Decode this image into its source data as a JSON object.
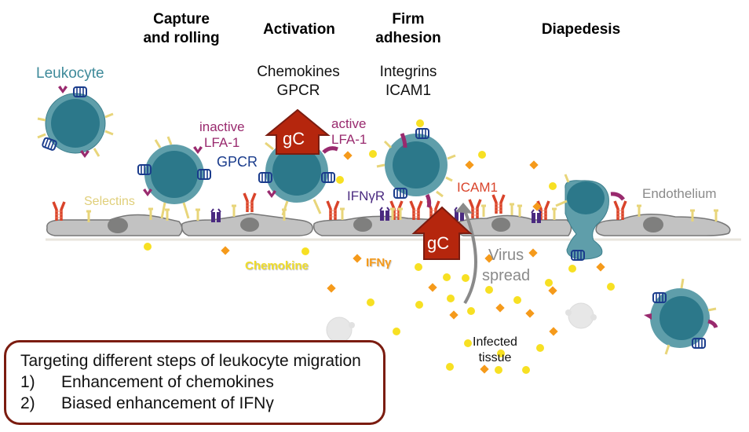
{
  "steps": [
    {
      "title": "Capture\nand rolling",
      "line1": "Capture",
      "line2": "and rolling"
    },
    {
      "title": "Activation",
      "line1": "Activation"
    },
    {
      "title": "Firm\nadhesion",
      "line1": "Firm",
      "line2": "adhesion"
    },
    {
      "title": "Diapedesis",
      "line1": "Diapedesis"
    }
  ],
  "subtitles": {
    "activation": {
      "line1": "Chemokines",
      "line2": "GPCR"
    },
    "adhesion": {
      "line1": "Integrins",
      "line2": "ICAM1"
    }
  },
  "labels": {
    "leukocyte": "Leukocyte",
    "inactive_lfa1_1": "inactive",
    "inactive_lfa1_2": "LFA-1",
    "gpcr": "GPCR",
    "active_lfa1_1": "active",
    "active_lfa1_2": "LFA-1",
    "selectins": "Selectins",
    "ifngr": "IFNγR",
    "icam1": "ICAM1",
    "endothelium": "Endothelium",
    "chemokine": "Chemokine",
    "ifng": "IFNγ",
    "virus_spread_1": "Virus",
    "virus_spread_2": "spread",
    "infected_tissue_1": "Infected",
    "infected_tissue_2": "tissue",
    "gc_upper": "gC",
    "gc_lower": "gC"
  },
  "summary": {
    "title": "Targeting different steps of leukocyte migration",
    "items": [
      {
        "num": "1)",
        "text": "Enhancement of chemokines"
      },
      {
        "num": "2)",
        "text": "Biased enhancement of IFNγ"
      }
    ]
  },
  "colors": {
    "leukocyte_outer": "#5f9eaa",
    "leukocyte_inner": "#2c788a",
    "gpcr": "#1a3c8c",
    "lfa1": "#992a6e",
    "selectin": "#e8d57a",
    "icam1": "#d9432a",
    "ifngr": "#4a2a80",
    "endothelium": "#c2c2c2",
    "nucleus": "#7f7f7e",
    "gc_arrow": "#b5260d",
    "chemokine": "#f7e023",
    "ifng": "#f59a1b",
    "virus_arrow": "#8a8a8a",
    "box_border": "#7b1c10"
  }
}
